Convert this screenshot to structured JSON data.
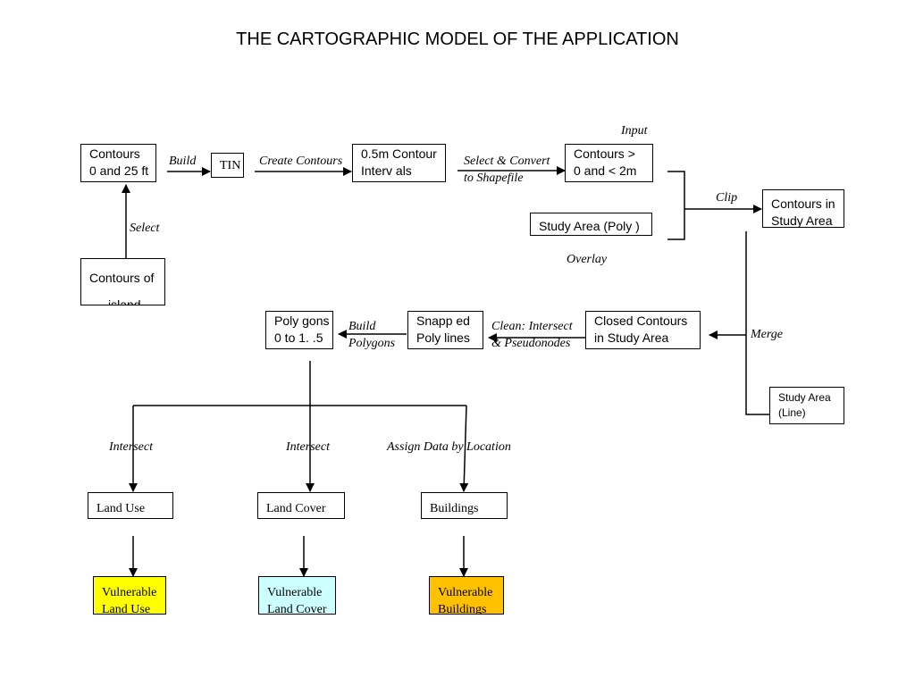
{
  "title": "THE CARTOGRAPHIC MODEL OF THE APPLICATION",
  "nodes": {
    "contours_0_25": [
      "Contours",
      "0 and 25 ft"
    ],
    "tin": [
      "TIN"
    ],
    "contour_intervals": [
      "0.5m Contour",
      "Interv als"
    ],
    "contours_0_2": [
      "Contours >",
      "0 and < 2m"
    ],
    "study_area_poly": [
      "Study  Area  (Poly )"
    ],
    "contours_in_study": [
      "Contours in",
      "Study  Area"
    ],
    "contours_island": [
      "Contours of",
      "island"
    ],
    "polygons": [
      "Poly gons",
      "0 to 1. .5"
    ],
    "snapped_polylines": [
      "Snapp ed",
      "Poly lines"
    ],
    "closed_contours": [
      "Closed Contours",
      "in Study  Area"
    ],
    "study_area_line": [
      "Study Area",
      "(Line)"
    ],
    "land_use": [
      "Land Use"
    ],
    "land_cover": [
      "Land Cover"
    ],
    "buildings": [
      "Buildings"
    ],
    "vuln_land_use": [
      "Vulnerable",
      "Land Use"
    ],
    "vuln_land_cover": [
      "Vulnerable",
      "Land Cover"
    ],
    "vuln_buildings": [
      "Vulnerable",
      "Buildings"
    ]
  },
  "labels": {
    "input": "Input",
    "build": "Build",
    "create_contours": "Create Contours",
    "select_convert": [
      "Select & Convert",
      "to Shapefile"
    ],
    "clip": "Clip",
    "overlay": "Overlay",
    "select": "Select",
    "merge": "Merge",
    "build_polygons": [
      "Build",
      "Polygons"
    ],
    "clean": [
      "Clean: Intersect",
      "& Pseudonodes"
    ],
    "intersect_1": "Intersect",
    "intersect_2": "Intersect",
    "assign": "Assign Data by Location"
  },
  "colors": {
    "vuln_land_use": "#ffff00",
    "vuln_land_cover": "#ccffff",
    "vuln_buildings": "#ffc000"
  }
}
